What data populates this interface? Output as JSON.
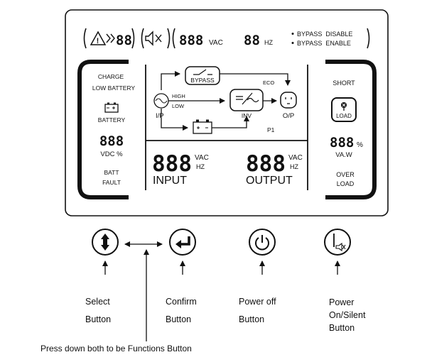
{
  "panel": {
    "top_bar": {
      "alarm_digits": "88",
      "voltage_digits": "888",
      "voltage_unit": "VAC",
      "freq_digits": "88",
      "freq_unit": "HZ",
      "bypass_disable": "BYPASS  DISABLE",
      "bypass_enable": "BYPASS  ENABLE"
    },
    "left": {
      "charge": "CHARGE",
      "low_battery": "LOW BATTERY",
      "battery": "BATTERY",
      "digits": "888",
      "unit": "VDC %",
      "batt": "BATT",
      "fault": "FAULT"
    },
    "flow": {
      "bypass": "BYPASS",
      "eco": "ECO",
      "high": "HIGH",
      "low": "LOW",
      "ip": "I/P",
      "inv": "INV",
      "op": "O/P",
      "p1": "P1"
    },
    "readouts": {
      "input_digits": "888",
      "input_unit_v": "VAC",
      "input_unit_hz": "HZ",
      "input_label": "INPUT",
      "output_digits": "888",
      "output_unit_v": "VAC",
      "output_unit_hz": "HZ",
      "output_label": "OUTPUT"
    },
    "right": {
      "short": "SHORT",
      "load": "LOAD",
      "digits": "888",
      "pct": "%",
      "unit": "VA.W",
      "over": "OVER",
      "load2": "LOAD"
    }
  },
  "buttons": {
    "select": {
      "line1": "Select",
      "line2": "Button",
      "icon": "up-down-arrow-icon"
    },
    "confirm": {
      "line1": "Confirm",
      "line2": "Button",
      "icon": "enter-arrow-icon"
    },
    "power_off": {
      "line1": "Power off",
      "line2": "Button",
      "icon": "power-icon"
    },
    "power_on": {
      "line1": "Power",
      "line2": "On/Silent",
      "line3": "Button",
      "icon": "power-on-silent-icon"
    }
  },
  "note": "Press down both to be Functions Button"
}
